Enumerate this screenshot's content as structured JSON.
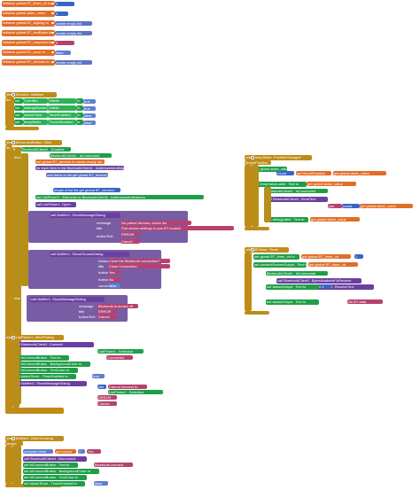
{
  "globals": [
    {
      "name": "initialize global BT_timer_ctr to",
      "value": "0",
      "vcolor": "#3a63c7",
      "w": 42
    },
    {
      "name": "initialize global slider_value",
      "value": "0",
      "vcolor": "#3a63c7",
      "w": 35
    },
    {
      "name": "initialize global BT_stgMsg to",
      "value": "create empty list",
      "vcolor": "#5c74c4",
      "w": 62
    },
    {
      "name": "initialize global BT_sedBytes to",
      "value": "create empty list",
      "vcolor": "#5c74c4",
      "w": 62
    },
    {
      "name": "initialize global BT_response to",
      "value": "0",
      "vcolor": "#b6416e",
      "w": 42
    },
    {
      "name": "initialize global BT_done to",
      "value": "false",
      "vcolor": "#5e7fd1",
      "w": 38
    },
    {
      "name": "initialize global BT_devices to",
      "value": "create empty list",
      "vcolor": "#5c74c4",
      "w": 62
    }
  ],
  "screen_init": {
    "event": "when Screen1 .Initialize",
    "do": "do",
    "rows": [
      {
        "set": "set",
        "comp": "ConnBtn",
        "prop": "Visible",
        "to": "to",
        "val": "true"
      },
      {
        "set": "set",
        "comp": "settingsScreen",
        "prop": "Visible",
        "to": "to",
        "val": "true"
      },
      {
        "set": "set",
        "comp": "statusTimer",
        "prop": "TimerEnabled",
        "to": "to",
        "val": "false"
      },
      {
        "set": "set",
        "comp": "tempSlider",
        "prop": "ThumbEnabled",
        "to": "to",
        "val": "false"
      }
    ]
  },
  "bt_connect": {
    "event": "when btConnectButton .Click",
    "do": "do",
    "if": "if",
    "then": "then",
    "else": "else",
    "cond": "BluetoothClient1 . Enabled",
    "rows": [
      "BluetoothClient1 . IsConnected",
      "set global BT_devices to create empty list",
      "for each item in list BluetoothClient1 . AddressesAndNames",
      "add items to list  get global BT_devices",
      "length of list  list get global BT_devices",
      "set ListPicker1 . Elements to BluetoothClient1 . AddressesAndNames",
      "call ListPicker1 .Open",
      "call Notifier1 .ShowMessageDialog",
      "message",
      "No paired devices, check list",
      "title",
      "Pair device settings to pair BT module",
      "buttonText",
      "ERROR",
      "Cancel",
      "call Notifier1 .ShowChooseDialog",
      "message",
      "Close the Bluetooth connection?",
      "title",
      "Close Connection",
      "button1Text",
      "Yes",
      "button2Text",
      "No",
      "cancelable",
      "false",
      "call Notifier1 .ShowMessageDialog",
      "message",
      "Bluetooth is turned off",
      "title",
      "ERROR",
      "buttonText",
      "Cancel"
    ]
  },
  "temp_slider": {
    "event": "when tempSlider .PositionChanged",
    "param": "thumbPosition",
    "rows": [
      "set global slider_value to",
      "round",
      "get thumbPosition",
      "get global slider_value",
      "set tempValueLabel . Text to",
      "get global slider_value",
      "BluetoothClient1 . IsConnected",
      "call BluetoothClient1 .SendText",
      "text",
      "join",
      "round",
      "get global slider_value",
      "set debugLabel . Text to",
      "get global slider_value"
    ]
  },
  "bt_timer": {
    "event": "when BTtimer .Timer",
    "rows": [
      "set global BT_timer_ctr to",
      "get global BT_timer_ctr",
      "1",
      "set connectScreenOutput . Text to",
      "get global BT_timer_ctr",
      "BluetoothClient1 . IsConnected",
      "call BluetoothClient1 .BytesAvailableToReceive",
      "call BluetoothClient1 .ReceiveText",
      "numberOfBytes",
      "set statusOutput . Text to",
      "1",
      "set statusOutput . Text to",
      "No BT data"
    ]
  },
  "list_picker": {
    "event": "when ListPicker1 .AfterPicking",
    "rows": [
      "call BluetoothClient1 .Connect",
      "address",
      "ListPicker1 . Selection",
      "set btConnectButton . Text to",
      "Connected",
      "set btConnectButton . BackgroundColor to",
      "set btConnectButton . TextColor to",
      "set statusTimer . TimerEnabled to",
      "true",
      "call Notifier1 .ShowMessageDialog",
      "message",
      "join",
      "Cannot connect to",
      "ListPicker1 . Selection",
      "title",
      "ERROR",
      "buttonText",
      "Cancel"
    ]
  },
  "notifier": {
    "event": "when Notifier1 .AfterChoosing",
    "param": "choice",
    "rows": [
      "compare texts",
      "get choice",
      "=",
      "Yes",
      "call BluetoothClient1 .Disconnect",
      "set btConnectButton . Text to",
      "Bluetooth connect",
      "set btConnectButton . BackgroundColor to",
      "set btConnectButton . TextColor to",
      "set statusTimer . TimerEnabled to",
      "false"
    ]
  }
}
